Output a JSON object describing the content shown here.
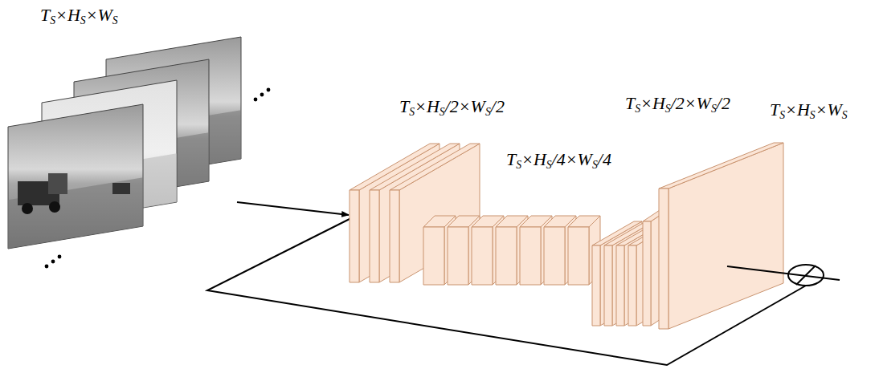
{
  "diagram": {
    "labels": [
      "TS×HS×WS",
      "TS×HS/2×WS/2",
      "TS×HS/4×WS/4",
      "TS×HS/2×WS/2",
      "TS×HS×WS"
    ]
  }
}
